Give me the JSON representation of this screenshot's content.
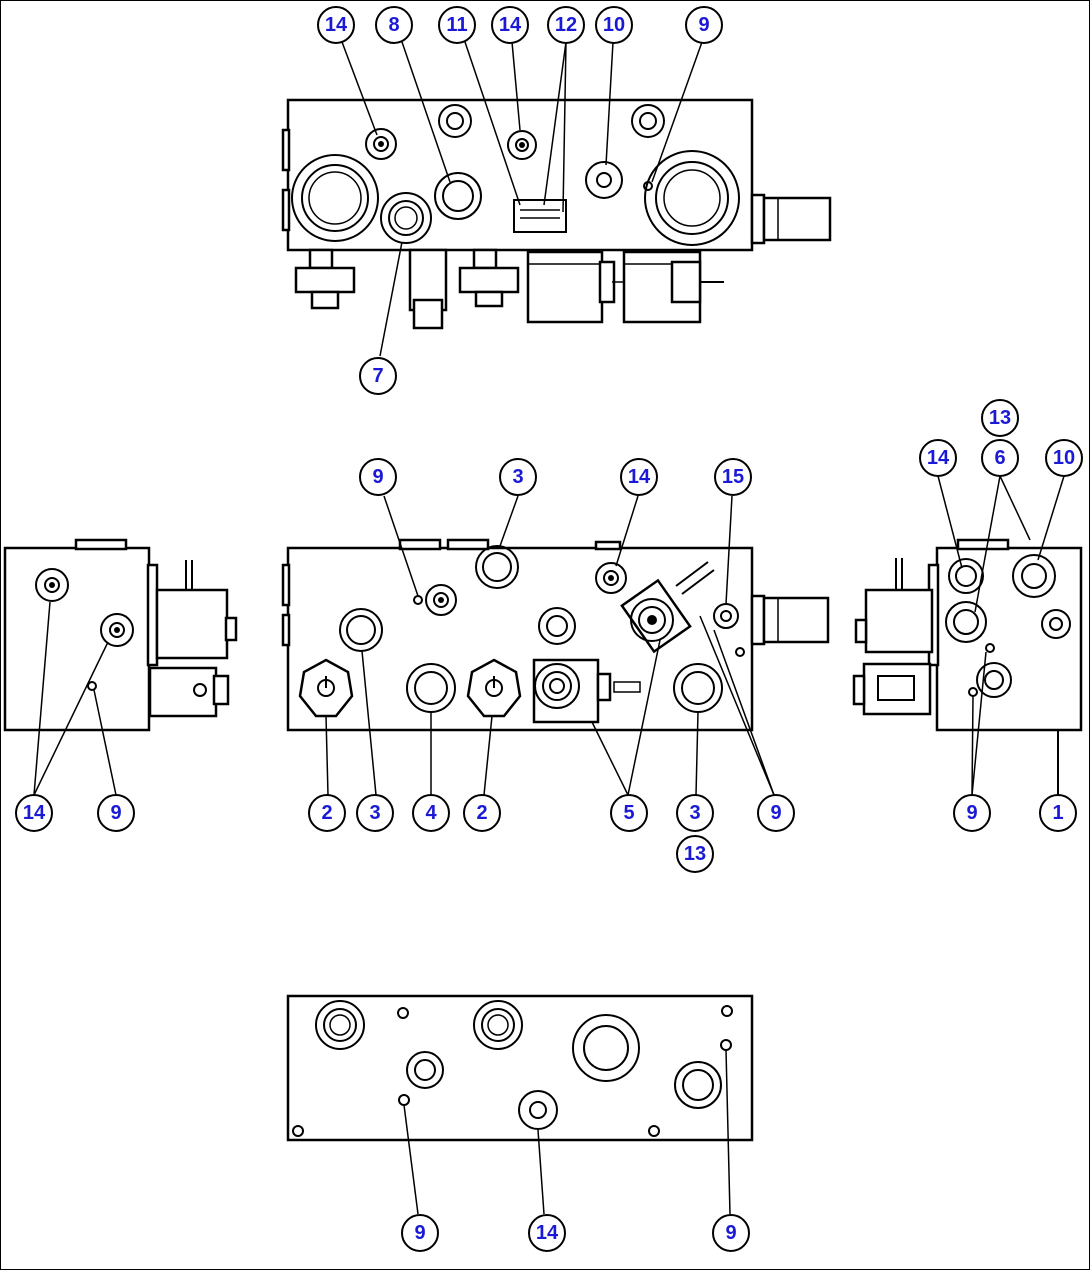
{
  "colors": {
    "label_text": "#1a1ad6",
    "line": "#000000",
    "background": "#ffffff"
  },
  "callouts": [
    {
      "id": "top-14a",
      "label": "14"
    },
    {
      "id": "top-8",
      "label": "8"
    },
    {
      "id": "top-11",
      "label": "11"
    },
    {
      "id": "top-14b",
      "label": "14"
    },
    {
      "id": "top-12",
      "label": "12"
    },
    {
      "id": "top-10",
      "label": "10"
    },
    {
      "id": "top-9",
      "label": "9"
    },
    {
      "id": "top-7",
      "label": "7"
    },
    {
      "id": "front-9",
      "label": "9"
    },
    {
      "id": "front-3a",
      "label": "3"
    },
    {
      "id": "front-14",
      "label": "14"
    },
    {
      "id": "front-15",
      "label": "15"
    },
    {
      "id": "front-2a",
      "label": "2"
    },
    {
      "id": "front-3b",
      "label": "3"
    },
    {
      "id": "front-4",
      "label": "4"
    },
    {
      "id": "front-2b",
      "label": "2"
    },
    {
      "id": "front-5",
      "label": "5"
    },
    {
      "id": "front-3c",
      "label": "3"
    },
    {
      "id": "front-9b",
      "label": "9"
    },
    {
      "id": "front-13",
      "label": "13"
    },
    {
      "id": "left-14",
      "label": "14"
    },
    {
      "id": "left-9",
      "label": "9"
    },
    {
      "id": "right-13",
      "label": "13"
    },
    {
      "id": "right-14",
      "label": "14"
    },
    {
      "id": "right-6",
      "label": "6"
    },
    {
      "id": "right-10",
      "label": "10"
    },
    {
      "id": "right-9",
      "label": "9"
    },
    {
      "id": "right-1",
      "label": "1"
    },
    {
      "id": "bottom-9a",
      "label": "9"
    },
    {
      "id": "bottom-14",
      "label": "14"
    },
    {
      "id": "bottom-9b",
      "label": "9"
    }
  ]
}
